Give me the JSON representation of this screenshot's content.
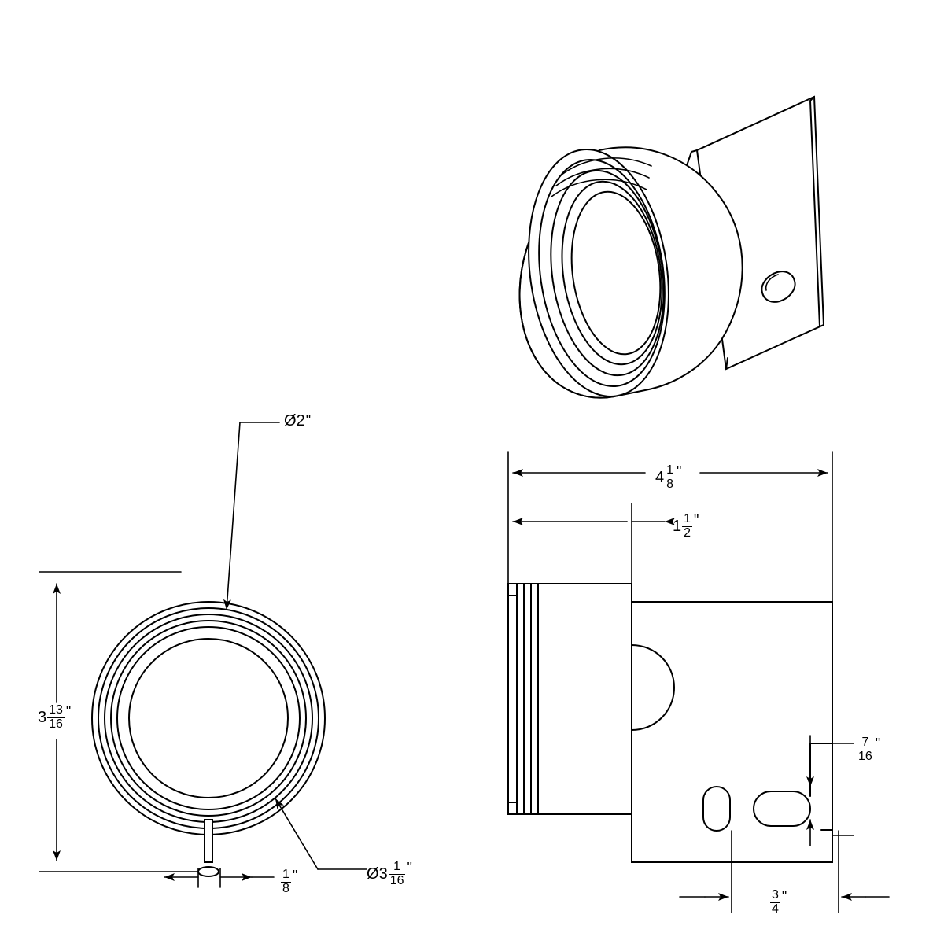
{
  "drawing": {
    "title": "Mechanical part orthographic and isometric views",
    "line_color": "#000000",
    "background_color": "#ffffff",
    "views": [
      {
        "name": "isometric-view",
        "position": "top-right"
      },
      {
        "name": "front-view",
        "position": "bottom-left"
      },
      {
        "name": "side-view",
        "position": "bottom-right"
      }
    ]
  },
  "dimensions": {
    "bore_diameter": {
      "prefix": "Ø",
      "whole": "2",
      "numerator": "",
      "denominator": "",
      "unit": "\""
    },
    "outer_diameter": {
      "prefix": "Ø",
      "whole": "3",
      "numerator": "1",
      "denominator": "16",
      "unit": "\""
    },
    "front_height": {
      "prefix": "",
      "whole": "3",
      "numerator": "13",
      "denominator": "16",
      "unit": "\""
    },
    "tab_thickness": {
      "prefix": "",
      "whole": "",
      "numerator": "1",
      "denominator": "8",
      "unit": "\""
    },
    "overall_length": {
      "prefix": "",
      "whole": "4",
      "numerator": "1",
      "denominator": "8",
      "unit": "\""
    },
    "body_length": {
      "prefix": "",
      "whole": "1",
      "numerator": "1",
      "denominator": "2",
      "unit": "\""
    },
    "slot_offset_vertical": {
      "prefix": "",
      "whole": "",
      "numerator": "7",
      "denominator": "16",
      "unit": "\""
    },
    "slot_offset_horizontal": {
      "prefix": "",
      "whole": "",
      "numerator": "3",
      "denominator": "4",
      "unit": "\""
    }
  }
}
